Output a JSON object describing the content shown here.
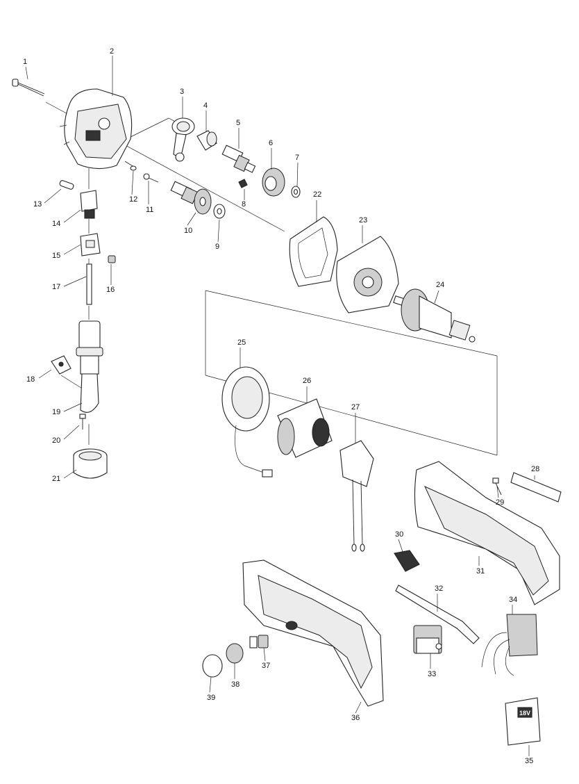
{
  "diagram": {
    "callouts": [
      {
        "id": "1",
        "text": "1"
      },
      {
        "id": "2",
        "text": "2"
      },
      {
        "id": "3",
        "text": "3"
      },
      {
        "id": "4",
        "text": "4"
      },
      {
        "id": "5",
        "text": "5"
      },
      {
        "id": "6",
        "text": "6"
      },
      {
        "id": "7",
        "text": "7"
      },
      {
        "id": "8",
        "text": "8"
      },
      {
        "id": "9",
        "text": "9"
      },
      {
        "id": "10",
        "text": "10"
      },
      {
        "id": "11",
        "text": "11"
      },
      {
        "id": "12",
        "text": "12"
      },
      {
        "id": "13",
        "text": "13"
      },
      {
        "id": "14",
        "text": "14"
      },
      {
        "id": "15",
        "text": "15"
      },
      {
        "id": "16",
        "text": "16"
      },
      {
        "id": "17",
        "text": "17"
      },
      {
        "id": "18",
        "text": "18"
      },
      {
        "id": "19",
        "text": "19"
      },
      {
        "id": "20",
        "text": "20"
      },
      {
        "id": "21",
        "text": "21"
      },
      {
        "id": "22",
        "text": "22"
      },
      {
        "id": "23",
        "text": "23"
      },
      {
        "id": "24",
        "text": "24"
      },
      {
        "id": "25",
        "text": "25"
      },
      {
        "id": "26",
        "text": "26"
      },
      {
        "id": "27",
        "text": "27"
      },
      {
        "id": "28",
        "text": "28"
      },
      {
        "id": "29",
        "text": "29"
      },
      {
        "id": "30",
        "text": "30"
      },
      {
        "id": "31",
        "text": "31"
      },
      {
        "id": "32",
        "text": "32"
      },
      {
        "id": "33",
        "text": "33"
      },
      {
        "id": "34",
        "text": "34"
      },
      {
        "id": "35",
        "text": "35"
      },
      {
        "id": "36",
        "text": "36"
      },
      {
        "id": "37",
        "text": "37"
      },
      {
        "id": "38",
        "text": "38"
      },
      {
        "id": "39",
        "text": "39"
      }
    ],
    "battery_terminal_marking": "18V",
    "colors": {
      "line": "#222222",
      "fill": "#ffffff",
      "shade": "#333333"
    }
  }
}
